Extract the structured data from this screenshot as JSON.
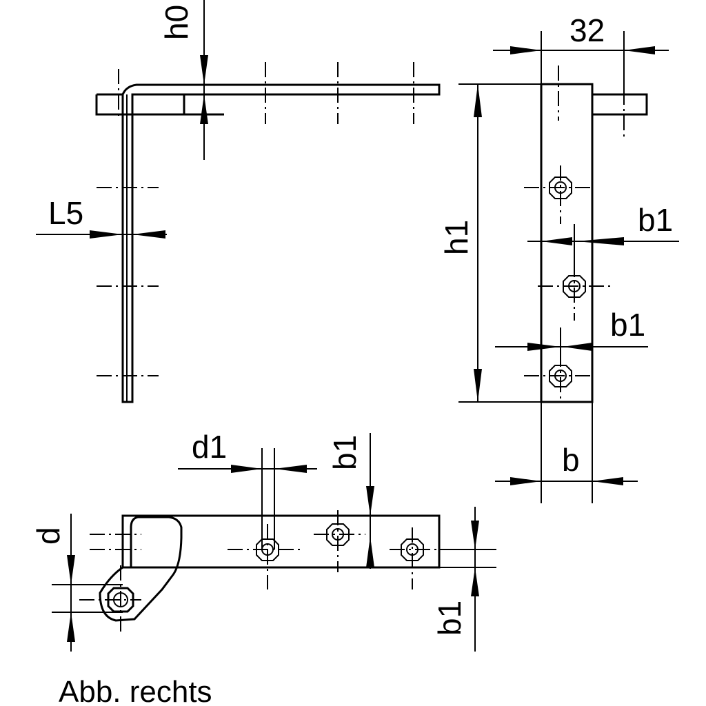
{
  "labels": {
    "h0": "h0",
    "L5": "L5",
    "dim_32": "32",
    "h1": "h1",
    "b1_right_upper": "b1",
    "b1_right_lower": "b1",
    "b": "b",
    "d1": "d1",
    "b1_bottom_upper": "b1",
    "d": "d",
    "b1_bottom_lower": "b1"
  },
  "caption": "Abb. rechts"
}
